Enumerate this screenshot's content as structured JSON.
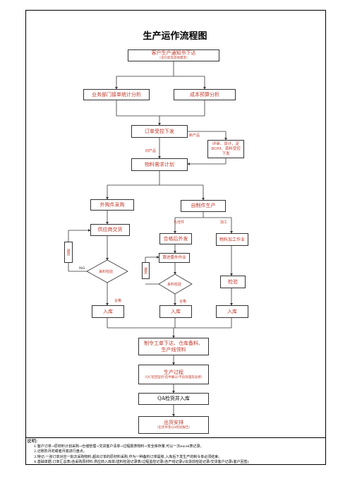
{
  "title": "生产运作流程图",
  "boxes": {
    "notice": {
      "main": "客户生产通知书下达",
      "sub": "（含包装及其他需求）"
    },
    "order_analysis": "业务部门接单统计分析",
    "cost_analysis": "成本预算分析",
    "order_control": "订单受控下发",
    "review": "评审、设计，定BOM、资料受控下发",
    "mrp": "物料需求计划",
    "purchase": "外购件采购",
    "self_made": "自制件生产",
    "supplier": "供应商交货",
    "outsource_ok": "合格后外发",
    "process_job": "物料加工作业",
    "receive_check": "跟进委外作业",
    "check_a": "来料检验",
    "check_b": "来料检验",
    "inspect": "检验",
    "in_a": "入库",
    "in_b": "入库",
    "in_c": "入库",
    "workorder": "制令工单下达、仓库备料、生产线领料",
    "production": {
      "main": "生产过程",
      "sub": "（QC巡回监控/首件确认/不良处理及返修）"
    },
    "qa": "QA检货并入库",
    "ship": {
      "main": "出货安排",
      "sub": "（出货单及QA检验报告）"
    }
  },
  "side_boxes": {
    "return_a": "退货",
    "return_b": "退货"
  },
  "labels": {
    "new_product": "新产品",
    "old_product": "旧产品",
    "raw_parts": "毛坯件",
    "process": "加工",
    "ng": "NG",
    "pass_a": "合格",
    "pass_b": "合格"
  },
  "notes": {
    "heading": "说明:",
    "items": [
      "1.客户订单→原材料计划采购→仓储管理→交货客户清单→过程报表物料→安全库存量,可以一次excel表记录。",
      "2.记账阶月初或者月底进行盘点。",
      "3.特记:一张订单对应一批次采购物料,超出订单的原材料采购,作为一种备料订单提账,入库后下发生产的制令单必须结束。",
      "4.基础单据:订单汇总表(含采购原材料,供应商入库单/送料检验记录表/过程监控记录(含产线记录)/出货前检验记录/交货客户记录(客户回签)"
    ]
  }
}
